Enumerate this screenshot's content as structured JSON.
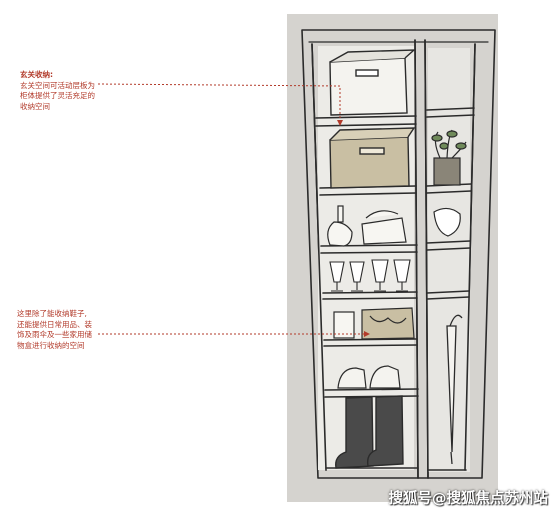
{
  "annotations": {
    "entry": {
      "title": "玄关收纳:",
      "lines": [
        "玄关空间可活动层板为",
        "柜体提供了灵活充足的",
        "收纳空间"
      ]
    },
    "shoe": {
      "lines": [
        "这里除了能收纳鞋子,",
        "还能提供日常用品、装",
        "饰及雨伞及一些家用储",
        "物盒进行收纳的空间"
      ]
    }
  },
  "watermark": "搜狐号@搜狐焦点苏州站",
  "colors": {
    "annotation": "#b23a2a",
    "backdrop": "#d5d3cf",
    "line": "#2b2b2b",
    "box_fill": "#c9bfa3"
  }
}
